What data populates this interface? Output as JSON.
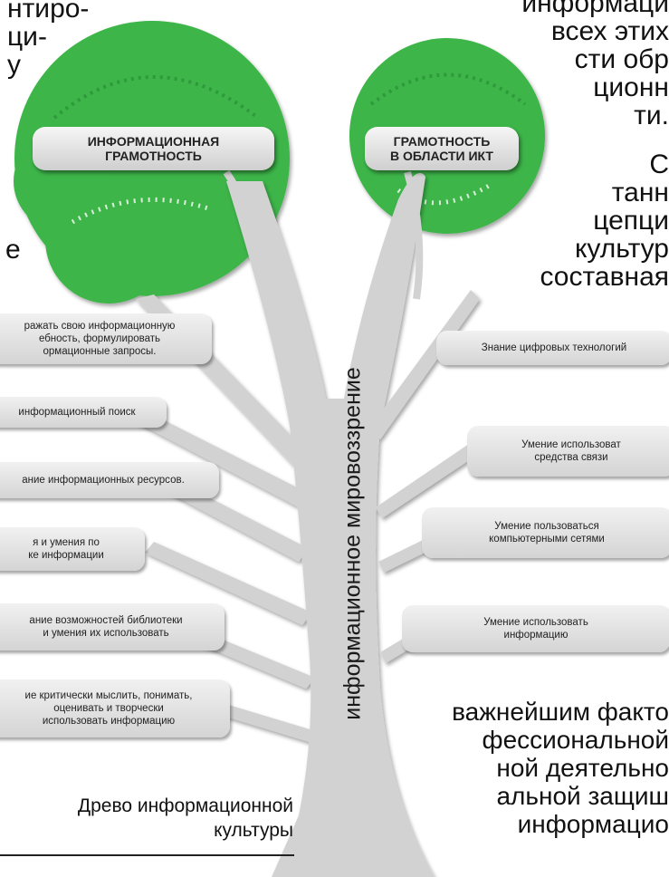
{
  "top_left_text": "нтиро-\nци-\nу",
  "top_right_text": "информаци\nвсех этих\nсти обр\nционн\nти.",
  "right_mid_text": "С\nтанн\nцепци\nкультур\nсоставная",
  "left_mid_text": "е",
  "bottom_right_text": "важнейшим факто\nфессиональной\nной деятельно\nальной защиш\nинформацио",
  "crowns": {
    "left_label": "ИНФОРМАЦИОННАЯ\nГРАМОТНОСТЬ",
    "right_label": "ГРАМОТНОСТЬ\nВ ОБЛАСТИ ИКТ",
    "foliage_color": "#3cb548",
    "trunk_color": "#d2d2d2"
  },
  "trunk_label": "информационное мировоззрение",
  "left_branches": [
    "ражать свою информационную\nебность, формулировать\nормационные запросы.",
    "информационный поиск",
    "ание информационных ресурсов.",
    "я и умения по\nке информации",
    "ание возможностей библиотеки\nи умения их использовать",
    "ие критически мыслить,  понимать,\nоценивать и творчески\nиспользовать информацию"
  ],
  "right_branches": [
    "Знание цифровых технологий",
    "Умение использоват\nсредства связи",
    "Умение пользоваться\nкомпьютерными сетями",
    "Умение использовать\nинформацию"
  ],
  "caption": "Древо информационной\nкультуры"
}
